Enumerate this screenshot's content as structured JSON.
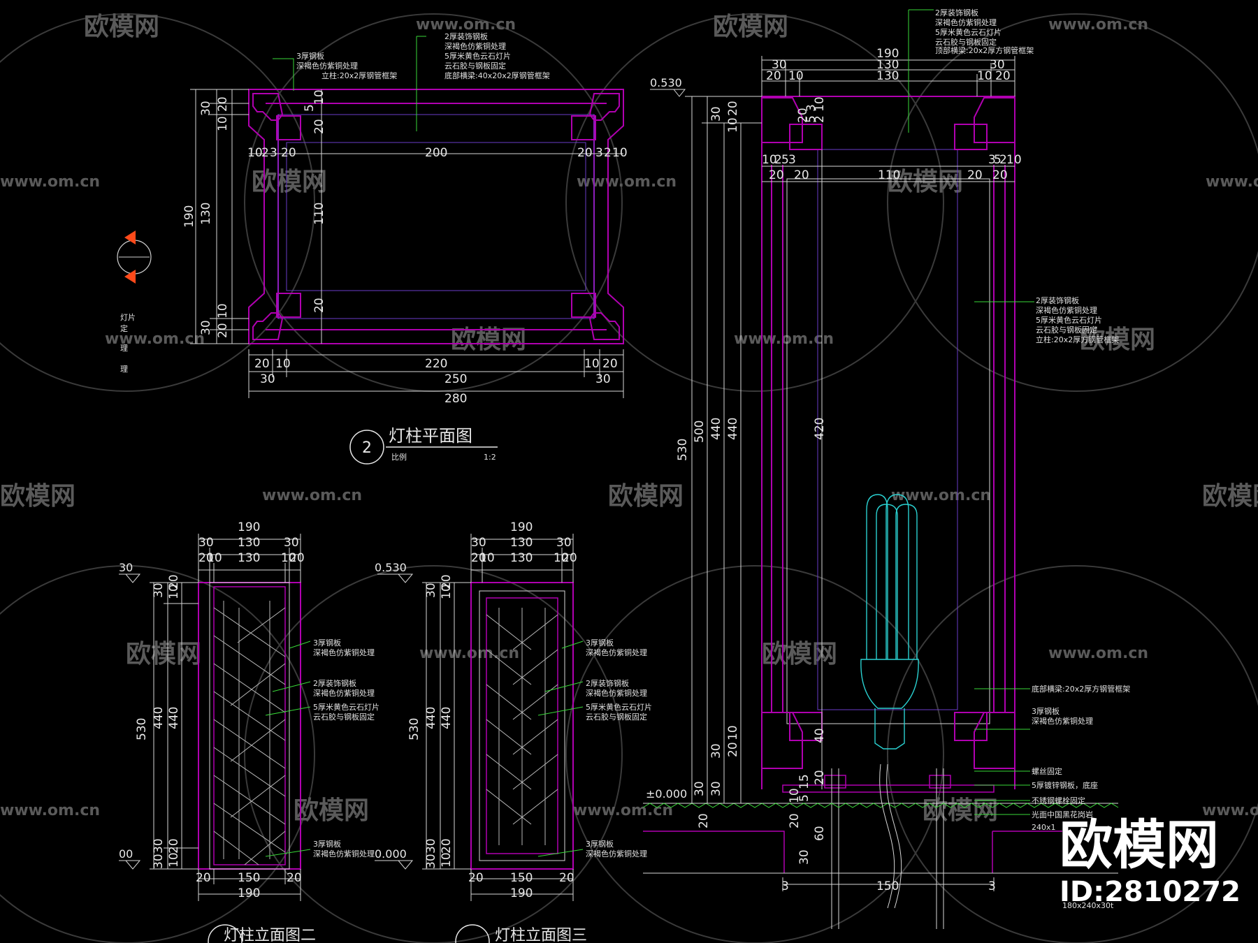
{
  "watermark": {
    "brand_text": "欧模网",
    "url_text": "www.om.cn"
  },
  "plan": {
    "title": "灯柱平面图",
    "number": "2",
    "scale_label": "比例",
    "scale_value": "1:2",
    "top_notes": [
      "3厚钢板",
      "深褐色仿紫铜处理",
      "立柱:20x2厚钢管框架"
    ],
    "top_notes2": [
      "2厚装饰钢板",
      "深褐色仿紫铜处理",
      "5厚米黄色云石灯片",
      "云石胶与钢板固定",
      "底部横梁:40x20x2厚钢管框架"
    ],
    "dims_bottom": [
      "20",
      "10",
      "220",
      "10",
      "20",
      "30",
      "250",
      "30",
      "280"
    ],
    "dims_inner": [
      "10",
      "2",
      "3",
      "20",
      "200",
      "20",
      "3",
      "2",
      "10"
    ],
    "dims_left": [
      "30",
      "20",
      "10",
      "190",
      "130",
      "30",
      "20",
      "10"
    ],
    "dims_center": [
      "110",
      "5",
      "10",
      "20",
      "20"
    ],
    "side_notes": [
      "灯片",
      "定",
      "理",
      "理"
    ]
  },
  "elev2": {
    "title": "灯柱立面图二",
    "level_top": "30",
    "level_bottom": "00",
    "dims_top": [
      "190",
      "30",
      "130",
      "30",
      "20",
      "10",
      "130",
      "10",
      "20"
    ],
    "dims_bottom": [
      "20",
      "150",
      "20",
      "190"
    ],
    "dims_left": [
      "530",
      "440",
      "440",
      "30",
      "10",
      "20",
      "30",
      "30",
      "20",
      "10"
    ]
  },
  "elev3": {
    "title": "灯柱立面图三",
    "level_top": "0.530",
    "level_bottom": "0.000",
    "dims_top": [
      "190",
      "30",
      "130",
      "30",
      "20",
      "10",
      "130",
      "10",
      "20"
    ],
    "dims_bottom": [
      "20",
      "150",
      "20",
      "190"
    ],
    "dims_left": [
      "530",
      "440",
      "440",
      "30",
      "10",
      "20",
      "30",
      "30",
      "20",
      "10"
    ]
  },
  "elev_notes": [
    "3厚钢板",
    "深褐色仿紫铜处理",
    "2厚装饰钢板",
    "深褐色仿紫铜处理",
    "5厚米黄色云石灯片",
    "云石胶与钢板固定",
    "3厚钢板",
    "深褐色仿紫铜处理"
  ],
  "section": {
    "level_top": "0.530",
    "level_zero": "±0.000",
    "dims_top": [
      "190",
      "30",
      "130",
      "30",
      "20",
      "10",
      "130",
      "10",
      "20"
    ],
    "top_notes": [
      "2厚装饰钢板",
      "深褐色仿紫铜处理",
      "5厚米黄色云石灯片",
      "云石胶与钢板固定",
      "顶部横梁:20x2厚方钢管框架"
    ],
    "right_notes_mid": [
      "2厚装饰钢板",
      "深褐色仿紫铜处理",
      "5厚米黄色云石灯片",
      "云石胶与钢板固定",
      "立柱:20x2厚方钢管框架"
    ],
    "right_notes_low": [
      "底部横梁:20x2厚方钢管框架",
      "3厚钢板",
      "深褐色仿紫铜处理",
      "螺丝固定",
      "5厚镀锌钢板，底座",
      "不锈钢螺栓固定",
      "光面中国黑花岗岩",
      "240x1",
      "180x240x30t"
    ],
    "dims_left": [
      "530",
      "500",
      "440",
      "440",
      "30",
      "10",
      "20",
      "30",
      "20",
      "10",
      "30",
      "30",
      "20"
    ],
    "dims_center": [
      "420",
      "40",
      "20",
      "5",
      "10",
      "15",
      "20",
      "60",
      "30",
      "20",
      "10",
      "2",
      "5",
      "3"
    ],
    "dims_plan_row": [
      "10",
      "2",
      "5",
      "3",
      "20",
      "20",
      "110",
      "20",
      "20",
      "3",
      "5",
      "2",
      "10"
    ],
    "dims_bottom": [
      "3",
      "150",
      "3"
    ]
  },
  "badge": {
    "brand": "欧模网",
    "id_text": "ID:2810272"
  }
}
